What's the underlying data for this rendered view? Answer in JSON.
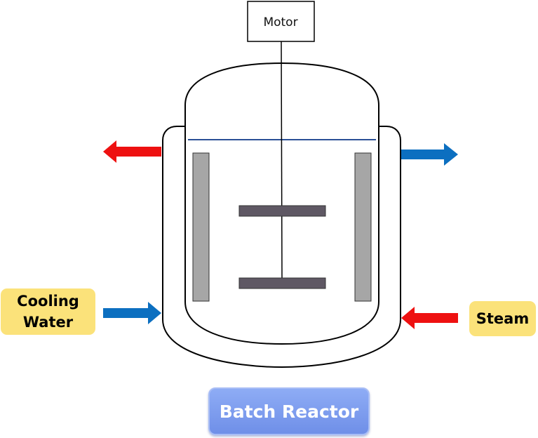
{
  "motor": {
    "label": "Motor"
  },
  "inlets": {
    "cooling_water": {
      "line1": "Cooling",
      "line2": "Water"
    },
    "steam": {
      "label": "Steam"
    }
  },
  "title": "Batch Reactor",
  "colors": {
    "hot_flow": "#ee1111",
    "cold_flow": "#0c6fc0",
    "baffle": "#a6a6a6",
    "impeller": "#5f5864",
    "liquid_level": "#2a4f96",
    "tag_fill": "#fbe27a",
    "title_fill": "#7b9bf0"
  }
}
